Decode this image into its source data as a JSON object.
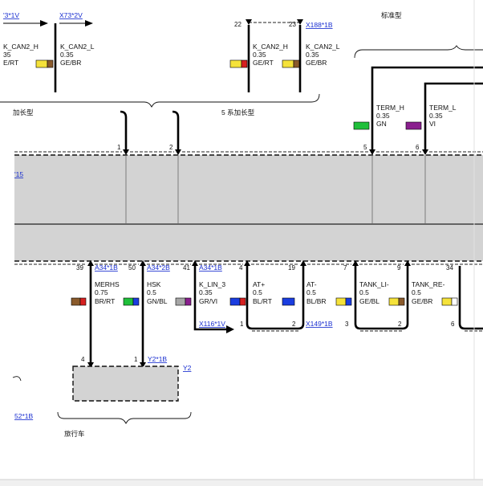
{
  "labels": {
    "top_left_ref": "'3*1V",
    "top_ref_x73": "X73*2V",
    "sig_can_h_left": "K_CAN2_H",
    "sig_can_h_left_size": "35",
    "sig_can_h_left_color": "E/RT",
    "sig_can_l_left": "K_CAN2_L",
    "sig_can_l_left_size": "0.35",
    "sig_can_l_left_color": "GE/BR",
    "pin22": "22",
    "pin23": "23",
    "ref_x188": "X188*1B",
    "variant_standard": "标准型",
    "sig_can_h_mid": "K_CAN2_H",
    "sig_can_h_mid_size": "0.35",
    "sig_can_h_mid_color": "GE/RT",
    "sig_can_l_mid": "K_CAN2_L",
    "sig_can_l_mid_size": "0.35",
    "sig_can_l_mid_color": "GE/BR",
    "variant_long_left": "加长型",
    "variant_5series_long": "5 系加长型",
    "term_h": "TERM_H",
    "term_h_size": "0.35",
    "term_h_color": "GN",
    "term_l": "TERM_L",
    "term_l_size": "0.35",
    "term_l_color": "VI",
    "pin1": "1",
    "pin2": "2",
    "pin5": "5",
    "pin6": "6",
    "left_ref_15": "'15",
    "pin39": "39",
    "ref_a34_1b": "A34*1B",
    "pin50": "50",
    "ref_a34_2b": "A34*2B",
    "pin41": "41",
    "ref_a34_1b_b": "A34*1B",
    "pin4_top": "4",
    "pin19": "19",
    "pin7": "7",
    "pin9": "9",
    "pin34": "34",
    "sig_merhs": "MERHS",
    "sig_merhs_size": "0.75",
    "sig_merhs_color": "BR/RT",
    "sig_hsk": "HSK",
    "sig_hsk_size": "0.5",
    "sig_hsk_color": "GN/BL",
    "sig_klin": "K_LIN_3",
    "sig_klin_size": "0.35",
    "sig_klin_color": "GR/VI",
    "sig_atp": "AT+",
    "sig_atp_size": "0.5",
    "sig_atp_color": "BL/RT",
    "sig_atm": "AT-",
    "sig_atm_size": "0.5",
    "sig_atm_color": "BL/BR",
    "sig_tankli": "TANK_LI-",
    "sig_tankli_size": "0.5",
    "sig_tankli_color": "GE/BL",
    "sig_tankre": "TANK_RE-",
    "sig_tankre_size": "0.5",
    "sig_tankre_color": "GE/BR",
    "ref_x116": "X116*1V",
    "pin1_b": "1",
    "pin2_b": "2",
    "ref_x149": "X149*1B",
    "pin3_b": "3",
    "pin2_c": "2",
    "pin6_b": "6",
    "pin4_low": "4",
    "pin1_low": "1",
    "ref_y2_1b": "Y2*1B",
    "ref_y2": "Y2",
    "ref_52_1b": "52*1B",
    "variant_travel": "旅行车"
  },
  "colors": {
    "ge": "#f5e23a",
    "rt": "#d62020",
    "br": "#8a5a2b",
    "gn": "#1fbf3a",
    "vi": "#8a1f8e",
    "bl": "#1a3de0",
    "gr": "#a6a6a6",
    "ws": "#ffffff",
    "module_fill": "#d3d3d3",
    "link": "#1a2fd0"
  }
}
